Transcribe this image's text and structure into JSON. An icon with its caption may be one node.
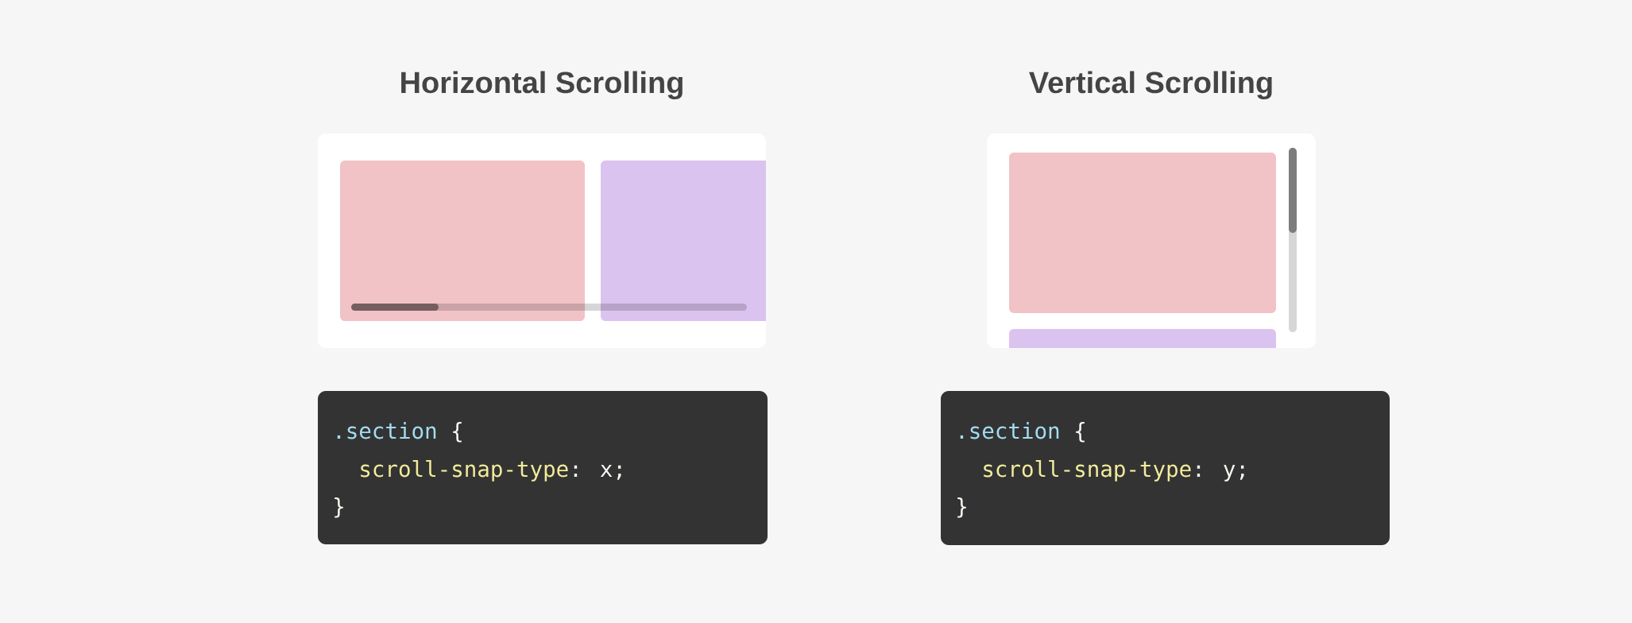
{
  "diagram": {
    "nodes": [
      {
        "text": [
          "Horizontal Scrolling"
        ]
      },
      {
        "text": [],
        "shape": "box",
        "in": 0
      },
      {
        "text": [],
        "shape": "box",
        "in": 0
      },
      {
        "text": [
          ".section",
          "{",
          "scroll-snap-type",
          ": x;",
          "}"
        ]
      },
      {
        "text": [
          "Vertical Scrolling"
        ]
      },
      {
        "text": [],
        "shape": "box",
        "in": 4
      },
      {
        "text": [],
        "shape": "box",
        "in": 4
      },
      {
        "text": [
          ".section",
          "{",
          "scroll-snap-type",
          ": y;",
          "}"
        ]
      }
    ]
  }
}
